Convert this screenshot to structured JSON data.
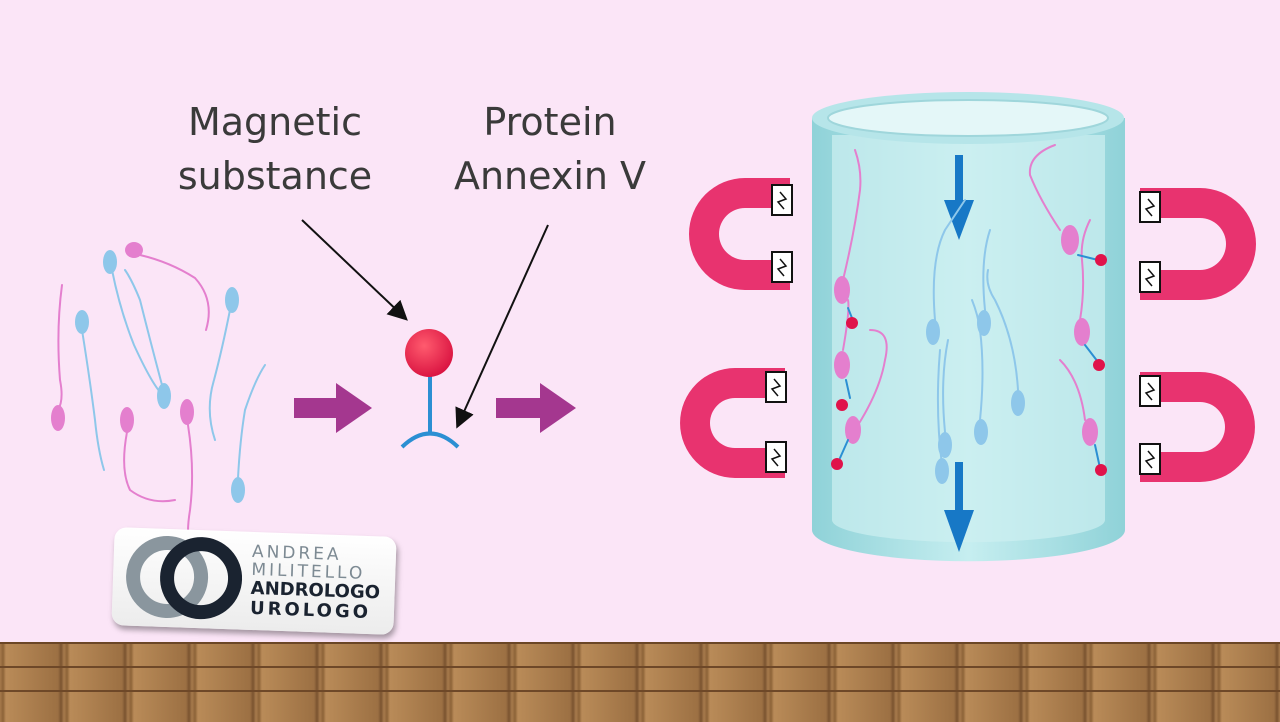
{
  "labels": {
    "magnetic_line1": "Magnetic",
    "magnetic_line2": "substance",
    "protein_line1": "Protein",
    "protein_line2": "Annexin V"
  },
  "logo": {
    "name_line1": "ANDREA",
    "name_line2": "MILITELLO",
    "role_line1": "ANDROLOGO",
    "role_line2": "UROLOGO"
  },
  "colors": {
    "background": "#fbe5f7",
    "sperm_pink": "#e47fce",
    "sperm_blue": "#8ec7ea",
    "magnet": "#e8336f",
    "arrow": "#a4378f",
    "bead": "#e0134a",
    "flow_arrow": "#1778c6",
    "cylinder": "#a9dfe3"
  }
}
